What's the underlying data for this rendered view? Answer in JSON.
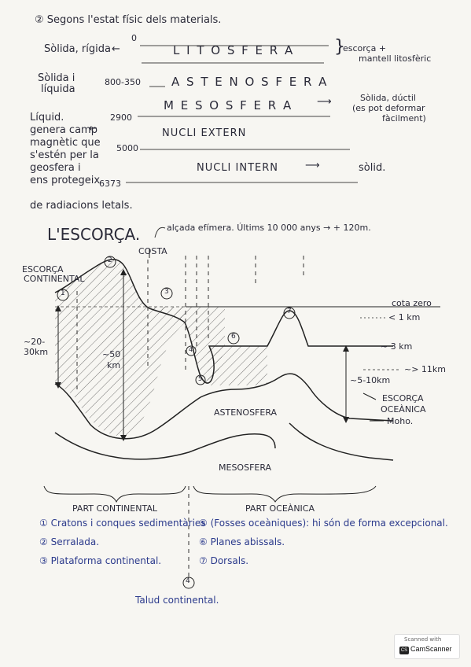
{
  "page": {
    "heading": "② Segons l'estat físic dels materials.",
    "layers": {
      "depths": [
        "0",
        "800-350",
        "2900",
        "5000",
        "6373"
      ],
      "names": [
        "L I T O S F E R A",
        "A S T E N O S F E R A",
        "M E S O S F E R A",
        "NUCLI EXTERN",
        "NUCLI INTERN"
      ],
      "left_notes": {
        "solida_rigida": "Sòlida, rígida",
        "solida_liquida_1": "Sòlida i",
        "solida_liquida_2": "líquida",
        "liquid": "Líquid.",
        "field": [
          "genera camp",
          "magnètic que",
          "s'estén per la",
          "geosfera i",
          "ens protegeix",
          "de radiacions letals."
        ]
      },
      "right_notes": {
        "escorca_1": "escorça +",
        "escorca_2": "mantell litosfèric",
        "mesosfera_1": "Sòlida, dúctil",
        "mesosfera_2": "(es pot deformar",
        "mesosfera_3": "fàcilment)",
        "solid": "sòlid."
      }
    },
    "escorca": {
      "title": "L'ESCORÇA.",
      "note": "alçada efímera. Últims 10 000 anys → + 120m."
    },
    "diagram_labels": {
      "costa": "COSTA",
      "escorca_continental_1": "ESCORÇA",
      "escorca_continental_2": "CONTINENTAL",
      "n1": "1",
      "n2": "2",
      "n3": "3",
      "n4": "4",
      "n5": "5",
      "n6": "6",
      "n7": "7",
      "left_depth_1": "~20-",
      "left_depth_2": "30km",
      "mid_depth_1": "~50",
      "mid_depth_2": "km",
      "cota_zero": "cota zero",
      "lt1km": "< 1 km",
      "km3": "~ 3 km",
      "km11": "~> 11km",
      "km510": "~5-10km",
      "escorca_oceanica_1": "ESCORÇA",
      "escorca_oceanica_2": "OCEÀNICA",
      "moho": "Moho.",
      "astenosfera": "ASTENOSFERA",
      "mesosfera": "MESOSFERA"
    },
    "legend": {
      "part_continental": "PART CONTINENTAL",
      "part_oceanica": "PART OCEÀNICA",
      "items_left": [
        "① Cratons i conques sedimentàries",
        "② Serralada.",
        "③ Plataforma continental."
      ],
      "items_right": [
        "⑤ (Fosses oceàniques): hi són de forma excepcional.",
        "⑥ Planes abissals.",
        "⑦ Dorsals."
      ],
      "talud_num": "4",
      "talud": "Talud continental."
    },
    "badge": {
      "scanned_with": "Scanned with",
      "cam_icon": "CS",
      "camscanner": "CamScanner"
    }
  }
}
